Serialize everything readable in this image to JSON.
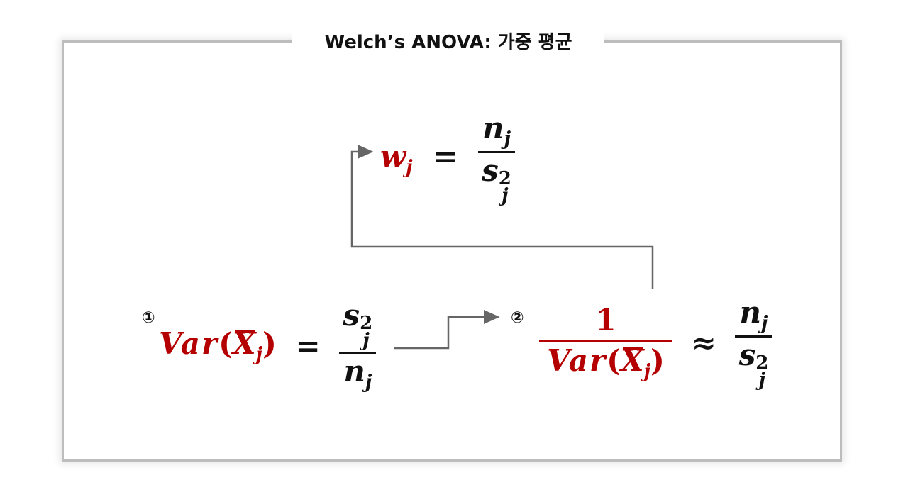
{
  "title": "Welch’s ANOVA: 가중 평균",
  "top_formula": {
    "lhs_base": "w",
    "lhs_sub": "j",
    "op": "=",
    "num_base": "n",
    "num_sub": "j",
    "den_base": "s",
    "den_sup": "2",
    "den_sub": "j"
  },
  "step1": {
    "marker": "①",
    "var_text": "Var",
    "open_paren": "(",
    "x_base": "X",
    "x_sub": "j",
    "close_paren": ")",
    "op": "=",
    "num_base": "s",
    "num_sup": "2",
    "num_sub": "j",
    "den_base": "n",
    "den_sub": "j"
  },
  "step2": {
    "marker": "②",
    "num_one": "1",
    "var_text": "Var",
    "open_paren": "(",
    "x_base": "X",
    "x_sub": "j",
    "close_paren": ")",
    "op": "≈",
    "rnum_base": "n",
    "rnum_sub": "j",
    "rden_base": "s",
    "rden_sup": "2",
    "rden_sub": "j"
  },
  "colors": {
    "accent_red": "#b40000",
    "text_black": "#111111",
    "connector_gray": "#666666",
    "frame_gray": "#bdbdbd"
  }
}
